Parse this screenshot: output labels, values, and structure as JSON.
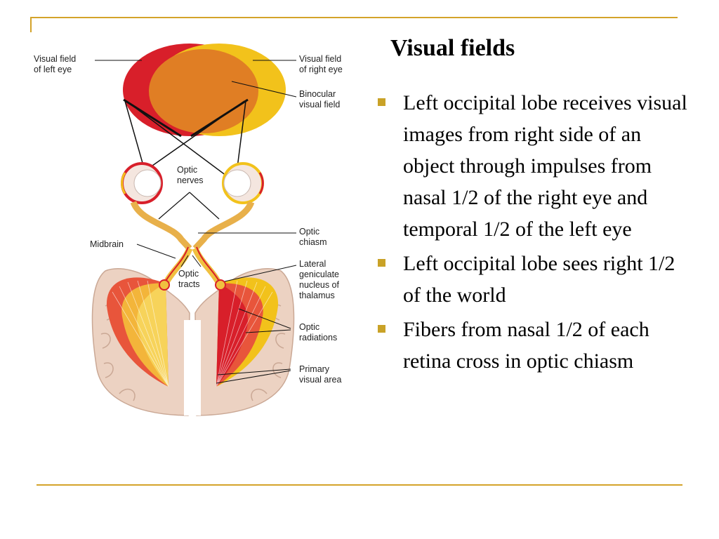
{
  "slide": {
    "title": "Visual fields",
    "bullets": [
      "Left occipital lobe receives visual images from right side of an object through impulses from nasal 1/2 of the right eye and temporal 1/2 of the left eye",
      "Left occipital lobe sees right 1/2 of the world",
      "Fibers from nasal 1/2 of each retina cross in optic chiasm"
    ],
    "accent_color": "#d4a32a"
  },
  "diagram": {
    "labels": {
      "visual_field_left_1": "Visual field",
      "visual_field_left_2": "of left eye",
      "visual_field_right_1": "Visual field",
      "visual_field_right_2": "of right eye",
      "binocular_1": "Binocular",
      "binocular_2": "visual field",
      "optic_nerves_1": "Optic",
      "optic_nerves_2": "nerves",
      "midbrain": "Midbrain",
      "optic_chiasm_1": "Optic",
      "optic_chiasm_2": "chiasm",
      "optic_tracts_1": "Optic",
      "optic_tracts_2": "tracts",
      "lgn_1": "Lateral",
      "lgn_2": "geniculate",
      "lgn_3": "nucleus of",
      "lgn_4": "thalamus",
      "optic_radiations_1": "Optic",
      "optic_radiations_2": "radiations",
      "primary_visual_1": "Primary",
      "primary_visual_2": "visual area"
    },
    "colors": {
      "left_field": "#d81f2a",
      "right_field": "#f2c21b",
      "binocular": "#e07e24",
      "brain": "#ecd2c2"
    }
  }
}
